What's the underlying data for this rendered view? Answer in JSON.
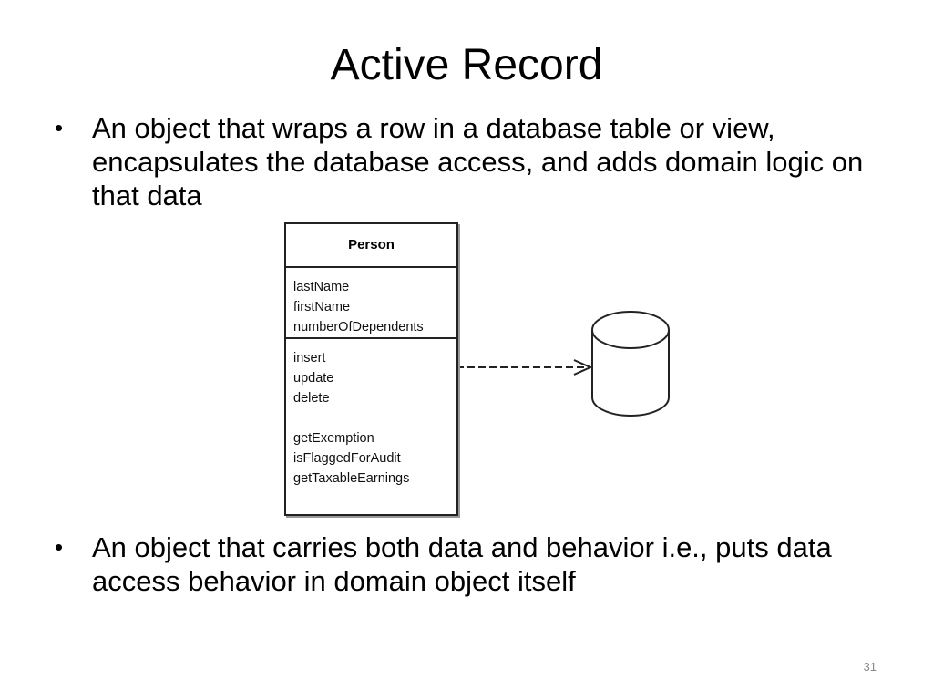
{
  "slide": {
    "title": "Active Record",
    "bullets": [
      "An object that wraps a row in a database table or view, encapsulates the database access, and adds domain logic on that data",
      "An object that carries both data and behavior i.e., puts data access behavior in domain object itself"
    ],
    "bullet_symbol": "•",
    "page_number": "31"
  },
  "diagram": {
    "class_name": "Person",
    "attributes": [
      "lastName",
      "firstName",
      "numberOfDependents"
    ],
    "methods_group1": [
      "insert",
      "update",
      "delete"
    ],
    "methods_group2": [
      "getExemption",
      "isFlaggedForAudit",
      "getTaxableEarnings"
    ],
    "database_icon": "database-cylinder-icon"
  }
}
